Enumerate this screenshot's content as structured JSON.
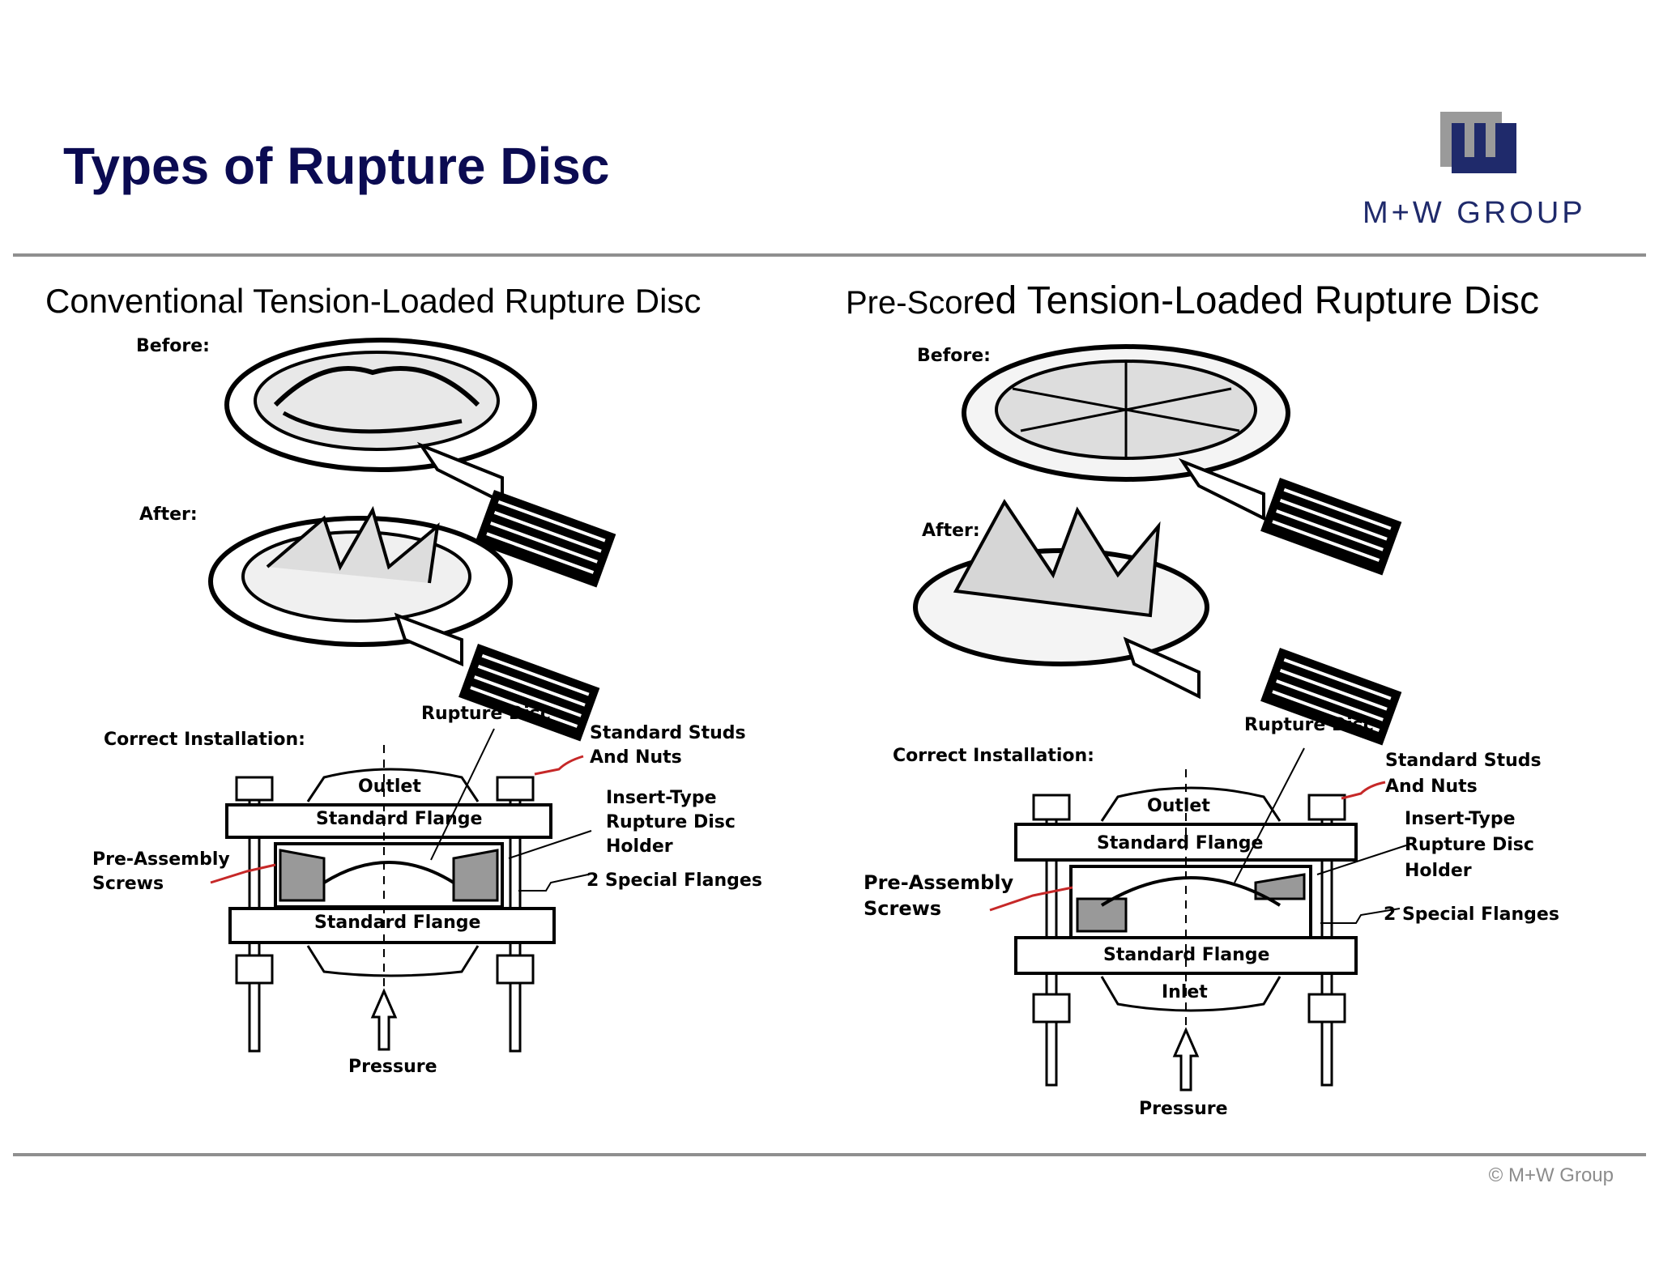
{
  "slide": {
    "title": "Types of Rupture Disc",
    "copyright": "© M+W Group"
  },
  "logo": {
    "text": "M+W GROUP",
    "brand_color": "#1f2a6b",
    "shadow_color": "#9a9a9a"
  },
  "left_panel": {
    "heading": "Conventional Tension-Loaded Rupture Disc",
    "before_label": "Before:",
    "after_label": "After:",
    "install_label": "Correct Installation:",
    "rupture_disc": "Rupture Disc",
    "studs_line1": "Standard Studs",
    "studs_line2": "And Nuts",
    "outlet": "Outlet",
    "flange_top": "Standard Flange",
    "holder_line1": "Insert-Type",
    "holder_line2": "Rupture Disc",
    "holder_line3": "Holder",
    "screws_line1": "Pre-Assembly",
    "screws_line2": "Screws",
    "special_flanges": "2 Special Flanges",
    "flange_bottom": "Standard Flange",
    "pressure": "Pressure"
  },
  "right_panel": {
    "heading_small": "Pre-Scor",
    "heading_big": "ed Tension-Loaded Rupture Disc",
    "before_label": "Before:",
    "after_label": "After:",
    "install_label": "Correct Installation:",
    "rupture_disc": "Rupture Disc",
    "studs_line1": "Standard Studs",
    "studs_line2": "And Nuts",
    "outlet": "Outlet",
    "flange_top": "Standard Flange",
    "holder_line1": "Insert-Type",
    "holder_line2": "Rupture Disc",
    "holder_line3": "Holder",
    "screws_line1": "Pre-Assembly",
    "screws_line2": "Screws",
    "special_flanges": "2 Special Flanges",
    "flange_bottom": "Standard Flange",
    "inlet": "Inlet",
    "pressure": "Pressure"
  }
}
